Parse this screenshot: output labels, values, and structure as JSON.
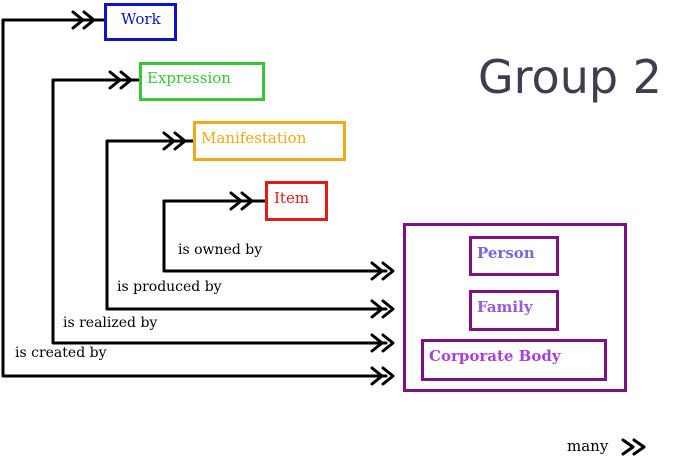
{
  "group_title": "Group 2",
  "entities": {
    "work": {
      "label": "Work",
      "color": "#0b14c8"
    },
    "expression": {
      "label": "Expression",
      "color": "#39c43a"
    },
    "manifestation": {
      "label": "Manifestation",
      "color": "#f0aa16"
    },
    "item": {
      "label": "Item",
      "color": "#e01b1b"
    }
  },
  "group2": {
    "container_color": "#7d1181",
    "person": {
      "label": "Person",
      "color": "#7468e2",
      "border": "#7d1181"
    },
    "family": {
      "label": "Family",
      "color": "#9a5be0",
      "border": "#7d1181"
    },
    "corporate_body": {
      "label": "Corporate Body",
      "color": "#a542db",
      "border": "#7d1181"
    }
  },
  "relationships": {
    "owned": "is owned by",
    "produced": "is produced by",
    "realized": "is realized by",
    "created": "is created by"
  },
  "legend": {
    "label": "many"
  }
}
